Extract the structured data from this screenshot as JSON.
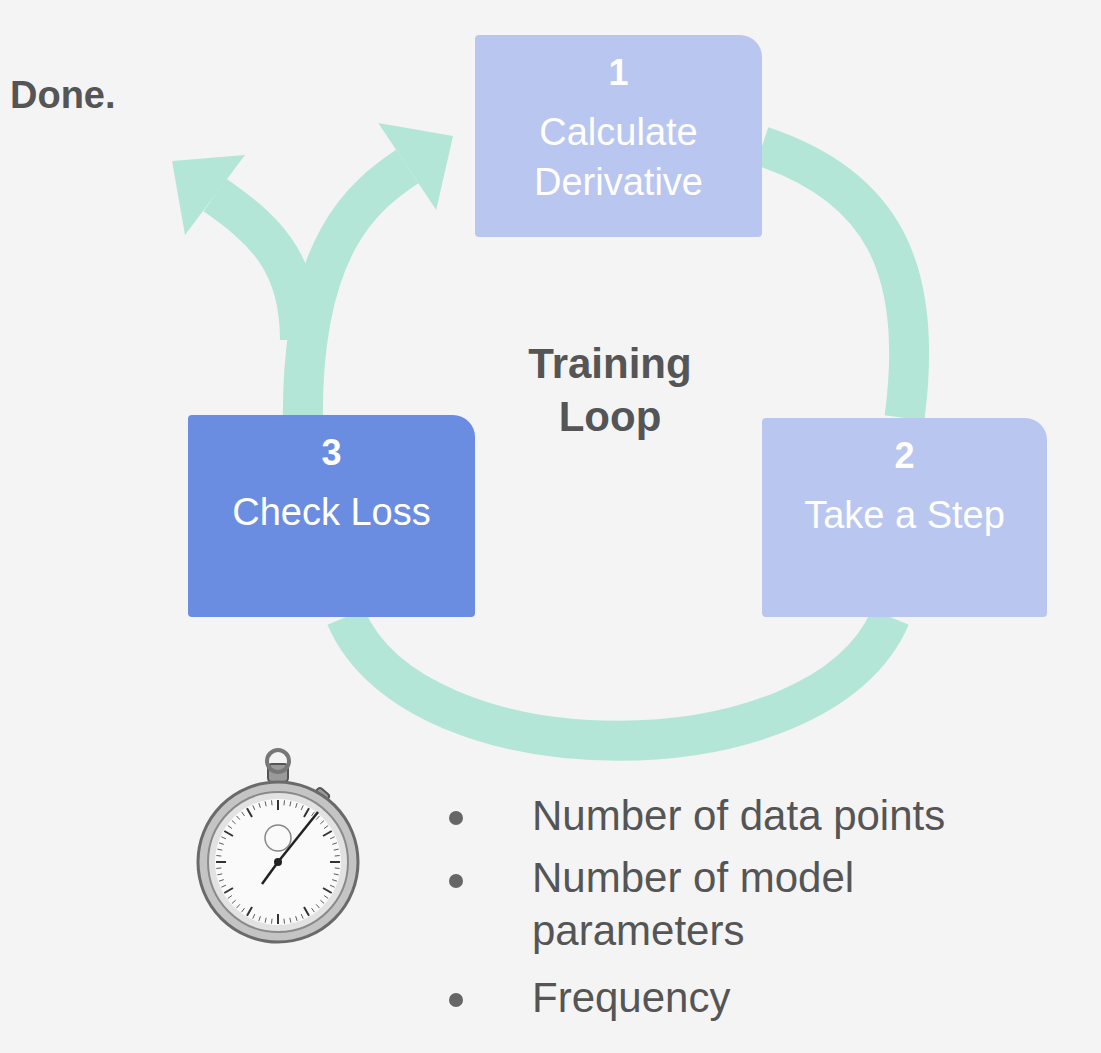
{
  "diagram": {
    "nodes": [
      {
        "text": [
          "1",
          "Calculate Derivative"
        ]
      },
      {
        "text": [
          "2",
          "Take a Step"
        ]
      },
      {
        "text": [
          "3",
          "Check Loss"
        ]
      }
    ],
    "edges": [
      {
        "from": 0,
        "to": 1,
        "arrow": "none"
      },
      {
        "from": 1,
        "to": 2,
        "arrow": "none"
      },
      {
        "from": 2,
        "to": 0,
        "arrow": "to"
      }
    ],
    "labels": [
      "Done.",
      "Training Loop",
      "Number of data points",
      "Number of model parameters",
      "Frequency"
    ]
  }
}
